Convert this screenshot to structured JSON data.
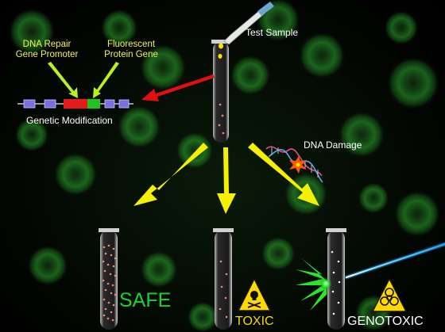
{
  "labels": {
    "dna_repair": "DNA Repair\nGene Promoter",
    "fluorescent": "Fluorescent\nProtein Gene",
    "test_sample": "Test Sample",
    "genetic_modification": "Genetic Modification",
    "dna_damage": "DNA Damage",
    "safe": "SAFE",
    "toxic": "TOXIC",
    "genotoxic": "GENOTOXIC"
  },
  "colors": {
    "background": "#000000",
    "cell_glow": "#2fae2f",
    "arrow_yellow": "#f5f000",
    "arrow_red": "#e01010",
    "promoter_red": "#e41b1b",
    "protein_green": "#1fc41f",
    "dna_segment": "#7a6ee0",
    "laser_blue": "#38c8ff",
    "warning_yellow": "#ffd800",
    "fluorescence_burst": "#2ef02e"
  },
  "icons": {
    "toxic_sign": "skull-crossbones-warning-icon",
    "genotoxic_sign": "biohazard-warning-icon"
  }
}
